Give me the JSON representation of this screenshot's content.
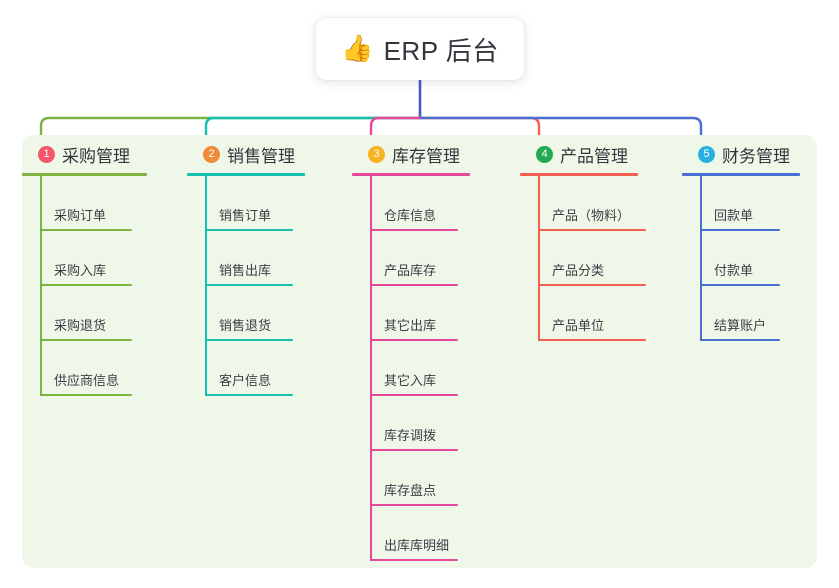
{
  "root": {
    "emoji": "👍",
    "emoji_name": "thumbs-up-icon",
    "label": "ERP 后台"
  },
  "theme": {
    "page_background": "#ffffff",
    "panel_background": "#eef7e8",
    "root_background": "#ffffff",
    "text_color": "#32363c",
    "item_text_color": "#3b3f45",
    "trunk_color": "#4a59c4"
  },
  "branches": [
    {
      "number": "1",
      "title": "采购管理",
      "badge_color": "#f4576b",
      "line_color": "#7cb342",
      "items": [
        {
          "label": "采购订单"
        },
        {
          "label": "采购入库"
        },
        {
          "label": "采购退货"
        },
        {
          "label": "供应商信息"
        }
      ]
    },
    {
      "number": "2",
      "title": "销售管理",
      "badge_color": "#f08b3a",
      "line_color": "#16bfae",
      "items": [
        {
          "label": "销售订单"
        },
        {
          "label": "销售出库"
        },
        {
          "label": "销售退货"
        },
        {
          "label": "客户信息"
        }
      ]
    },
    {
      "number": "3",
      "title": "库存管理",
      "badge_color": "#f5b320",
      "line_color": "#e8489b",
      "items": [
        {
          "label": "仓库信息"
        },
        {
          "label": "产品库存"
        },
        {
          "label": "其它出库"
        },
        {
          "label": "其它入库"
        },
        {
          "label": "库存调拨"
        },
        {
          "label": "库存盘点"
        },
        {
          "label": "出库库明细"
        }
      ]
    },
    {
      "number": "4",
      "title": "产品管理",
      "badge_color": "#22ab52",
      "line_color": "#f4604f",
      "items": [
        {
          "label": "产品（物料）"
        },
        {
          "label": "产品分类"
        },
        {
          "label": "产品单位"
        }
      ]
    },
    {
      "number": "5",
      "title": "财务管理",
      "badge_color": "#2ab0e0",
      "line_color": "#4a6fd0",
      "items": [
        {
          "label": "回款单"
        },
        {
          "label": "付款单"
        },
        {
          "label": "结算账户"
        }
      ]
    }
  ]
}
